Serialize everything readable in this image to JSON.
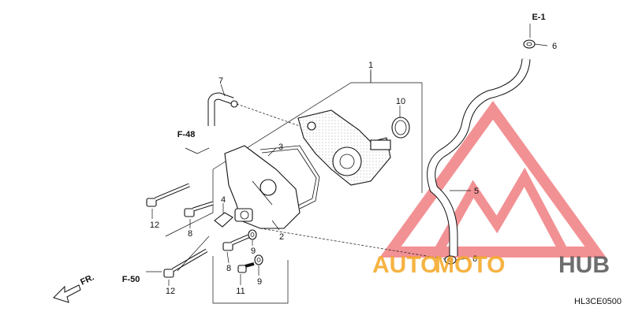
{
  "diagram": {
    "labels": {
      "p1": "1",
      "p2": "2",
      "p3": "3",
      "p4": "4",
      "p5": "5",
      "p6a": "6",
      "p6b": "6",
      "p7": "7",
      "p8a": "8",
      "p8b": "8",
      "p9a": "9",
      "p9b": "9",
      "p10": "10",
      "p11": "11",
      "p12a": "12",
      "p12b": "12"
    },
    "refs": {
      "e1": "E-1",
      "f48": "F-48",
      "f50": "F-50",
      "front": "FR."
    },
    "code": "HL3CE0500",
    "watermark": {
      "text_a": "AUTO",
      "text_b": "MOTO",
      "text_c": "HUB",
      "color_orange": "#f5a623",
      "color_red": "#e8383d",
      "color_gray": "#555555"
    }
  }
}
